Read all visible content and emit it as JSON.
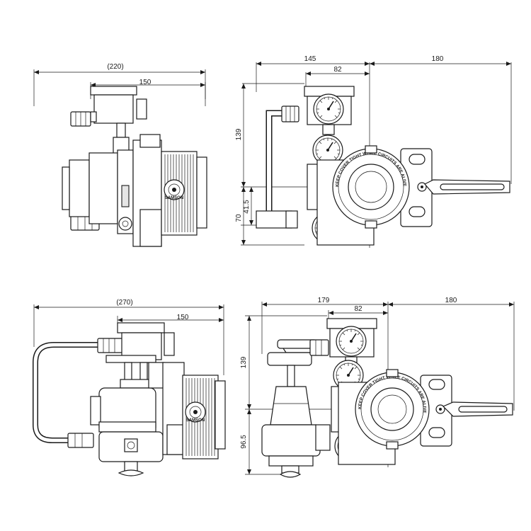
{
  "views": {
    "top_left": {
      "overall_width": "(220)",
      "body_width": "150"
    },
    "top_right": {
      "width_left": "145",
      "gauge_width": "82",
      "width_right": "180",
      "height": "139",
      "offset_a": "41.5",
      "offset_b": "70"
    },
    "bottom_left": {
      "overall_width": "(270)",
      "body_width": "150"
    },
    "bottom_right": {
      "width_left": "179",
      "gauge_width": "82",
      "width_right": "180",
      "height": "139",
      "offset": "96.5"
    }
  },
  "cover_text": "KEEP COVER TIGHT WHILE CIRCUITS ARE ALIVE",
  "badge_text": "SAMSON"
}
